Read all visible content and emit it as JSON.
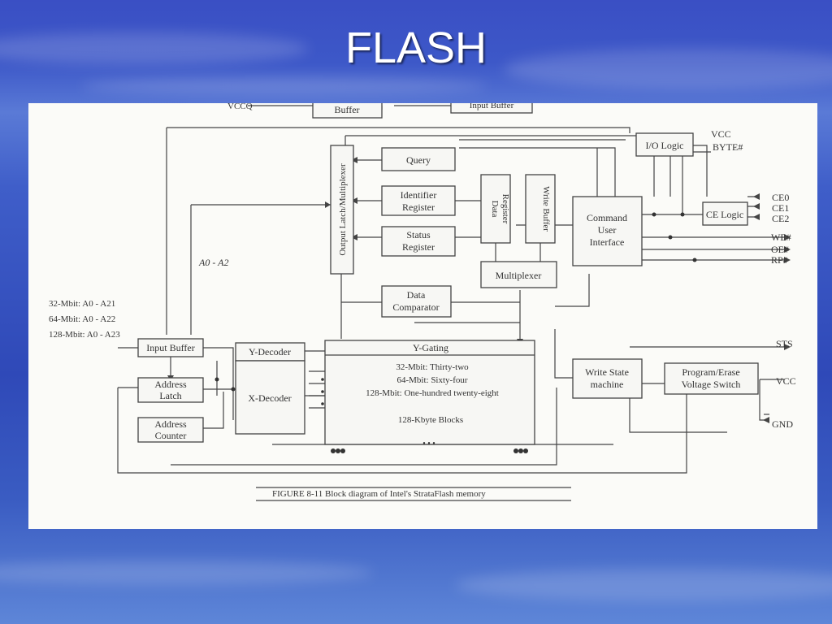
{
  "slide": {
    "title": "FLASH"
  },
  "diagram": {
    "caption": "FIGURE 8-11  Block diagram of Intel's StrataFlash memory",
    "blocks": {
      "buffer_top": "Buffer",
      "input_buffer_top": "Input Buffer",
      "io_logic": "I/O Logic",
      "query": "Query",
      "identifier_register": [
        "Identifier",
        "Register"
      ],
      "status_register": [
        "Status",
        "Register"
      ],
      "output_latch_multiplexer": "Output Latch/Multiplexer",
      "data_register": [
        "Data",
        "Register"
      ],
      "write_buffer": "Write Buffer",
      "command_user_interface": [
        "Command",
        "User",
        "Interface"
      ],
      "ce_logic": "CE Logic",
      "multiplexer": "Multiplexer",
      "data_comparator": [
        "Data",
        "Comparator"
      ],
      "input_buffer": "Input Buffer",
      "address_latch": [
        "Address",
        "Latch"
      ],
      "address_counter": [
        "Address",
        "Counter"
      ],
      "y_decoder": "Y-Decoder",
      "x_decoder": "X-Decoder",
      "y_gating": "Y-Gating",
      "block_counts": [
        "32-Mbit: Thirty-two",
        "64-Mbit: Sixty-four",
        "128-Mbit: One-hundred twenty-eight"
      ],
      "block_size": "128-Kbyte Blocks",
      "write_state_machine": [
        "Write State",
        "machine"
      ],
      "program_erase_switch": [
        "Program/Erase",
        "Voltage Switch"
      ]
    },
    "signals": {
      "vccq": "VCCQ",
      "vcc_top": "VCC",
      "byte": "BYTE#",
      "ce0": "CE0",
      "ce1": "CE1",
      "ce2": "CE2",
      "we": "WE#",
      "oe": "OE#",
      "rp": "RP#",
      "sts": "STS",
      "vcc": "VCC",
      "gnd": "GND",
      "a0_a2": "A0 - A2",
      "addr_32": "32-Mbit: A0 - A21",
      "addr_64": "64-Mbit: A0 - A22",
      "addr_128": "128-Mbit: A0 - A23",
      "ellipsis": "• • •"
    }
  }
}
